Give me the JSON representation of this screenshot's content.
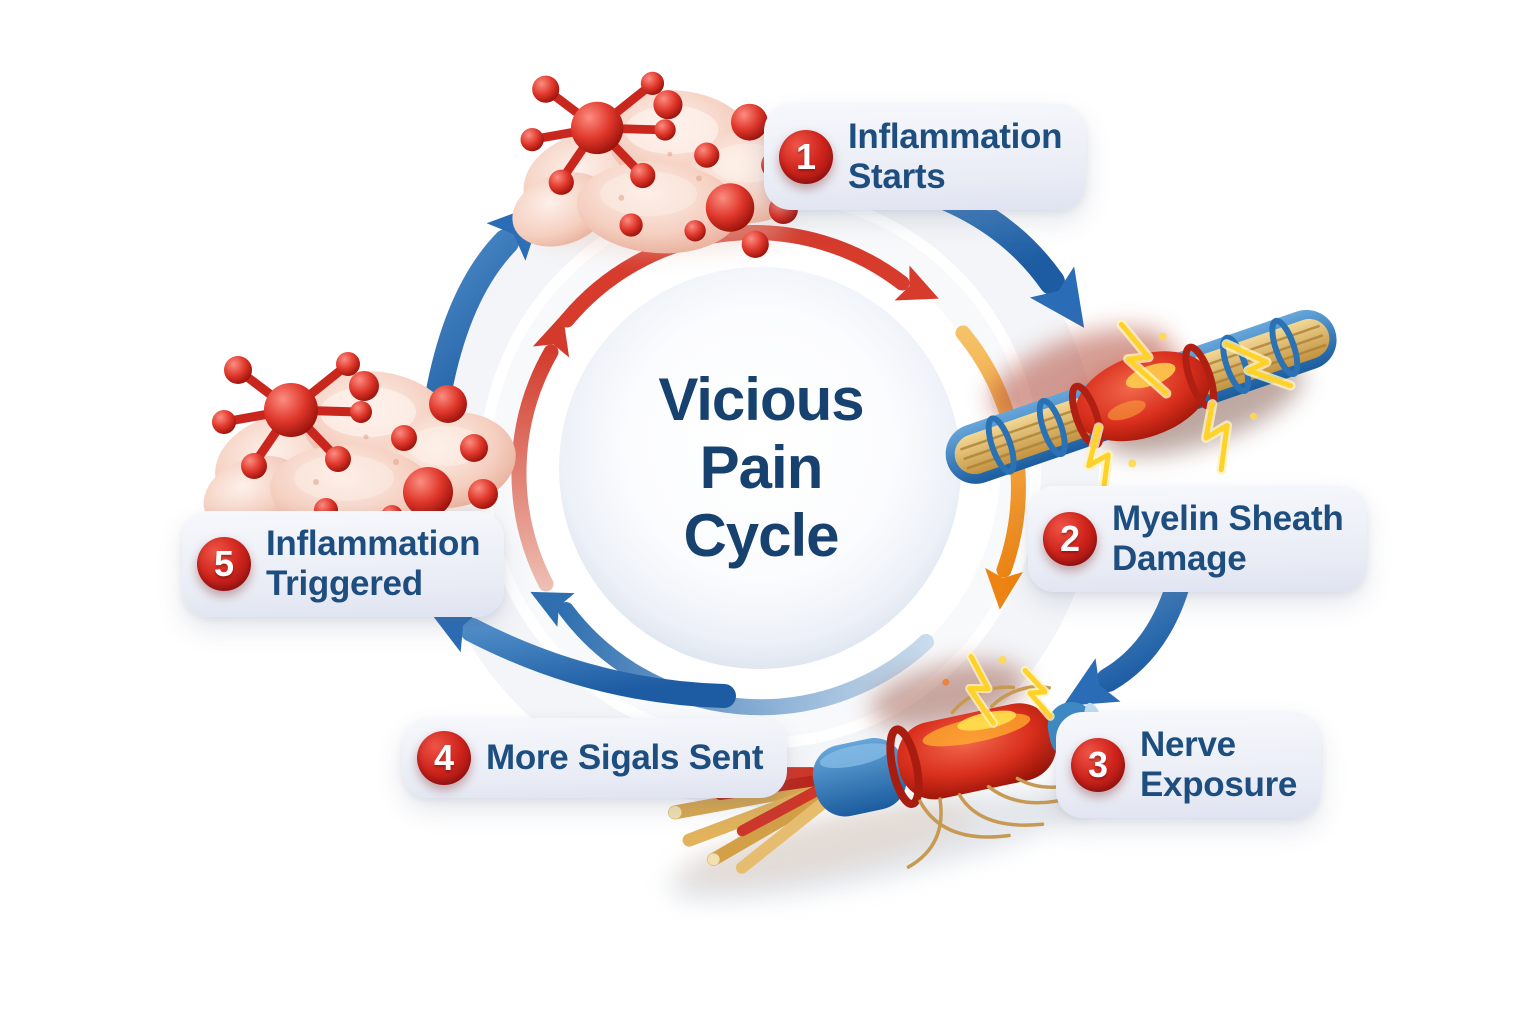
{
  "diagram": {
    "title_lines": [
      "Vicious",
      "Pain",
      "Cycle"
    ],
    "steps": [
      {
        "number": "1",
        "line1": "Inflammation",
        "line2": "Starts"
      },
      {
        "number": "2",
        "line1": "Myelin Sheath",
        "line2": "Damage"
      },
      {
        "number": "3",
        "line1": "Nerve",
        "line2": "Exposure"
      },
      {
        "number": "4",
        "line1": "More Sigals Sent",
        "line2": ""
      },
      {
        "number": "5",
        "line1": "Inflammation",
        "line2": "Triggered"
      }
    ],
    "illustrations": [
      {
        "icon": "inflamed-cells-icon",
        "position": "top",
        "description": "Inflamed tissue cells with red inflammation molecules"
      },
      {
        "icon": "myelin-damage-nerve-icon",
        "position": "right",
        "description": "Nerve fiber with damaged myelin sheath and electric sparks"
      },
      {
        "icon": "exposed-nerve-icon",
        "position": "bottom",
        "description": "Frayed exposed nerve fibers with sparks"
      },
      {
        "icon": "inflamed-cells-icon",
        "position": "left",
        "description": "Inflamed tissue cells with red inflammation molecules"
      }
    ],
    "colors": {
      "title_text": "#17426f",
      "label_text": "#1d4e7f",
      "badge_red": "#cf241c",
      "arrow_blue": "#2a6cb5",
      "arrow_red": "#d63b2c",
      "arrow_orange": "#ee8d1e",
      "pill_background": "#edeff7",
      "background": "#ffffff"
    }
  }
}
